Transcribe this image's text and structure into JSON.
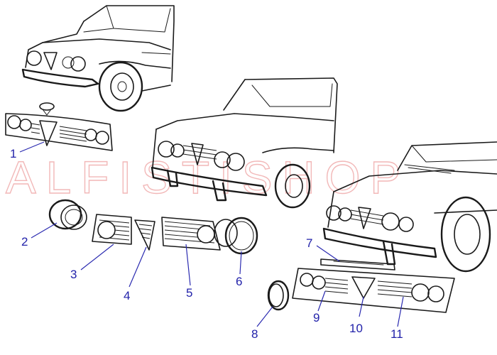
{
  "watermark": "ALFISTISHOP",
  "callouts": [
    {
      "id": "1",
      "label": "1"
    },
    {
      "id": "2",
      "label": "2"
    },
    {
      "id": "3",
      "label": "3"
    },
    {
      "id": "4",
      "label": "4"
    },
    {
      "id": "5",
      "label": "5"
    },
    {
      "id": "6",
      "label": "6"
    },
    {
      "id": "7",
      "label": "7"
    },
    {
      "id": "8",
      "label": "8"
    },
    {
      "id": "9",
      "label": "9"
    },
    {
      "id": "10",
      "label": "10"
    },
    {
      "id": "11",
      "label": "11"
    }
  ],
  "colors": {
    "callout": "#2222aa",
    "watermark": "#f2b8b8",
    "ink": "#1a1a1a"
  }
}
